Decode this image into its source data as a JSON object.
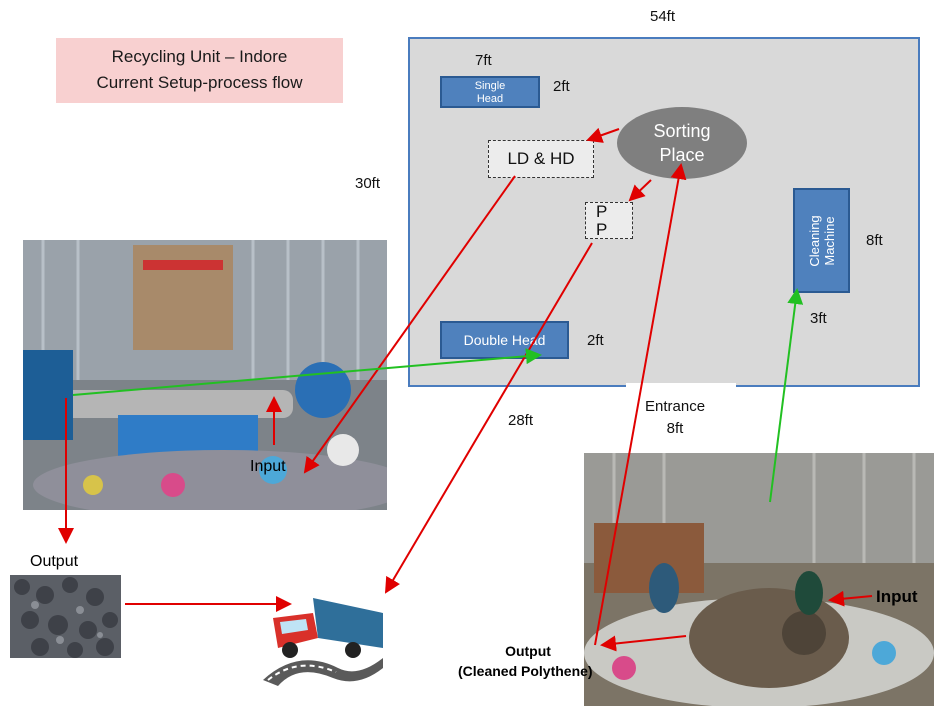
{
  "title": {
    "line1": "Recycling Unit – Indore",
    "line2": "Current Setup-process flow"
  },
  "dimensions": {
    "width_top": "54ft",
    "height_left": "30ft",
    "bottom": "28ft",
    "entrance_line1": "Entrance",
    "entrance_line2": "8ft"
  },
  "single_head": {
    "label_line1": "Single",
    "label_line2": "Head",
    "width": "7ft",
    "depth": "2ft"
  },
  "ld_hd": {
    "label": "LD & HD"
  },
  "sorting": {
    "line1": "Sorting",
    "line2": "Place"
  },
  "pp": {
    "line1": "P",
    "line2": "P"
  },
  "cleaning_machine": {
    "label_line1": "Cleaning",
    "label_line2": "Machine",
    "height": "8ft",
    "width": "3ft"
  },
  "double_head": {
    "label": "Double Head",
    "depth": "2ft"
  },
  "labels": {
    "input_left": "Input",
    "output_left": "Output",
    "input_right": "Input",
    "output_right_line1": "Output",
    "output_right_line2": "(Cleaned Polythene)"
  },
  "colors": {
    "flow_arrow": "#e00000",
    "link_arrow": "#22c022",
    "machine": "#4f81bd",
    "plan_border": "#4a7cbe"
  },
  "icons": [
    "extruder-photo",
    "granules-photo",
    "truck-icon",
    "cleaning-machine-photo"
  ]
}
